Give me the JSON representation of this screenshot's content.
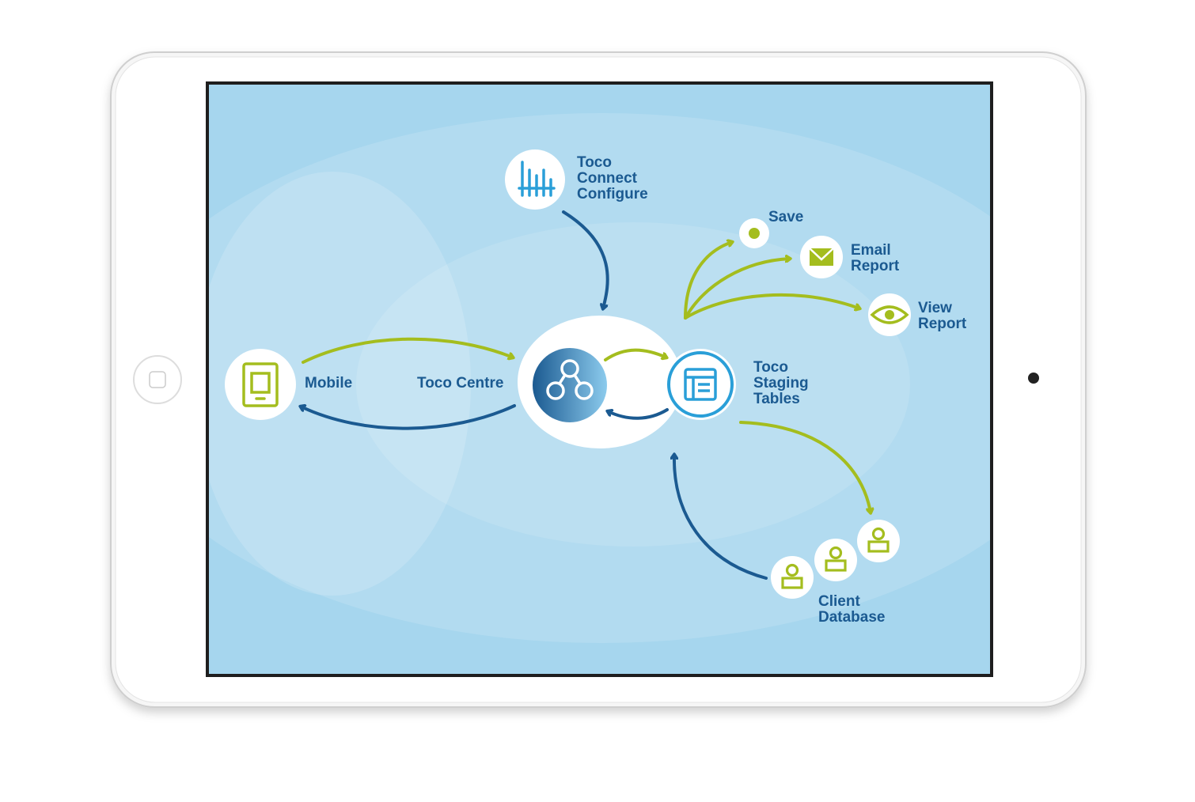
{
  "colors": {
    "screen_bg": "#a6d6ee",
    "navy": "#1b5a91",
    "lime": "#a4bd1e",
    "icon_bg": "#ffffff",
    "centre_gradient_dark": "#1b5a91",
    "centre_gradient_light": "#8ccbed",
    "staging_ring": "#2a9fd8"
  },
  "nodes": {
    "config": {
      "lines": [
        "Toco",
        "Connect",
        "Configure"
      ],
      "icon": "bar-chart-icon"
    },
    "save": {
      "lines": [
        "Save"
      ],
      "icon": "dot-icon"
    },
    "email": {
      "lines": [
        "Email",
        "Report"
      ],
      "icon": "envelope-icon"
    },
    "view": {
      "lines": [
        "View",
        "Report"
      ],
      "icon": "eye-icon"
    },
    "mobile": {
      "lines": [
        "Mobile"
      ],
      "icon": "tablet-icon"
    },
    "centre": {
      "lines": [
        "Toco Centre"
      ],
      "icon": "network-icon"
    },
    "staging": {
      "lines": [
        "Toco",
        "Staging",
        "Tables"
      ],
      "icon": "table-icon"
    },
    "client": {
      "lines": [
        "Client",
        "Database"
      ],
      "icon": "user-icon"
    }
  },
  "device": {
    "home_button_icon": "home-button-icon",
    "camera_icon": "camera-icon"
  }
}
